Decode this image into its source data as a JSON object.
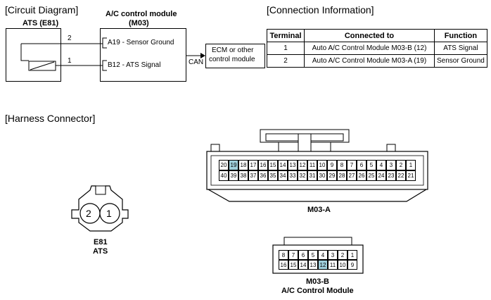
{
  "circuit": {
    "section_title": "[Circuit Diagram]",
    "ats_label": "ATS (E81)",
    "module_title_line1": "A/C control module",
    "module_title_line2": "(M03)",
    "wire_top_num": "2",
    "wire_bottom_num": "1",
    "pin_a19_label": "A19 - Sensor Ground",
    "pin_b12_label": "B12 - ATS Signal",
    "can_label": "CAN",
    "ecm_line1": "ECM or other",
    "ecm_line2": "control module"
  },
  "connection": {
    "section_title": "[Connection Information]",
    "headers": [
      "Terminal",
      "Connected to",
      "Function"
    ],
    "rows": [
      {
        "terminal": "1",
        "connected_to": "Auto A/C Control Module M03-B (12)",
        "function": "ATS Signal"
      },
      {
        "terminal": "2",
        "connected_to": "Auto A/C Control Module M03-A (19)",
        "function": "Sensor Ground"
      }
    ]
  },
  "harness": {
    "section_title": "[Harness Connector]",
    "e81": {
      "pins": [
        "2",
        "1"
      ],
      "label_line1": "E81",
      "label_line2": "ATS"
    },
    "m03a": {
      "label": "M03-A",
      "row1": [
        "20",
        "19",
        "18",
        "17",
        "16",
        "15",
        "14",
        "13",
        "12",
        "11",
        "10",
        "9",
        "8",
        "7",
        "6",
        "5",
        "4",
        "3",
        "2",
        "1"
      ],
      "row2": [
        "40",
        "39",
        "38",
        "37",
        "36",
        "35",
        "34",
        "33",
        "32",
        "31",
        "30",
        "29",
        "28",
        "27",
        "26",
        "25",
        "24",
        "23",
        "22",
        "21"
      ],
      "highlight": [
        "19"
      ]
    },
    "m03b": {
      "label_line1": "M03-B",
      "label_line2": "A/C Control Module",
      "row1": [
        "8",
        "7",
        "6",
        "5",
        "4",
        "3",
        "2",
        "1"
      ],
      "row2": [
        "16",
        "15",
        "14",
        "13",
        "12",
        "11",
        "10",
        "9"
      ],
      "highlight": [
        "12"
      ]
    },
    "highlight_color": "#9fcfdc"
  }
}
